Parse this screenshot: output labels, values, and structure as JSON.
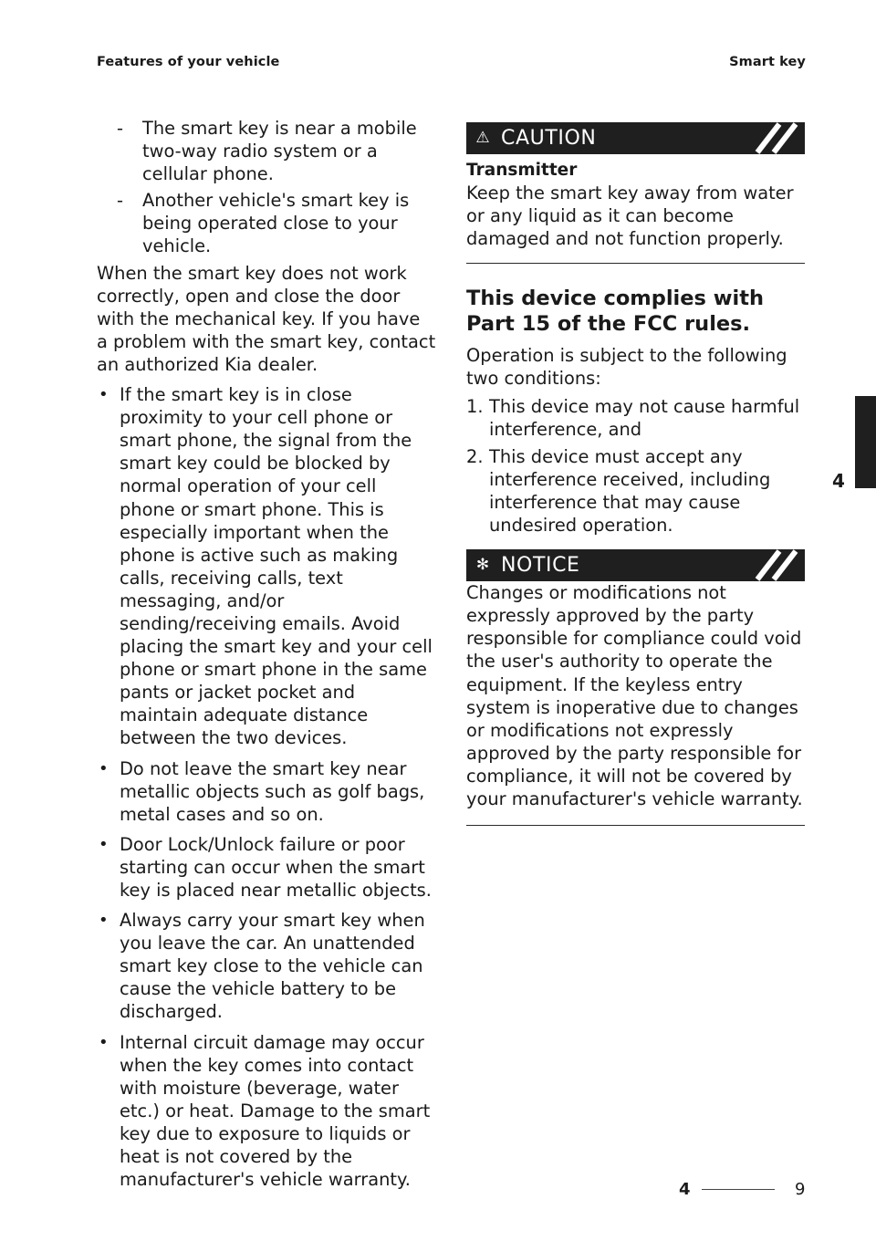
{
  "header": {
    "section": "Features of your vehicle",
    "topic": "Smart key"
  },
  "left_column": {
    "dash_items": [
      "The smart key is near a mobile two-way radio system or a cellular phone.",
      "Another vehicle's smart key is being operated close to your vehicle."
    ],
    "paragraph": "When the smart key does not work correctly, open and close the door with the mechanical key. If you have a problem with the smart key, contact an authorized Kia dealer.",
    "bullets": [
      "If the smart key is in close proximity to your cell phone or smart phone, the signal from the smart key could be blocked by normal operation of your cell phone or smart phone. This is especially important when the phone is active such as making calls, receiving calls, text messaging, and/or sending/receiving emails. Avoid placing the smart key and your cell phone or smart phone in the same pants or jacket pocket and maintain adequate distance between the two devices.",
      "Do not leave the smart key near metallic objects such as golf bags, metal cases and so on.",
      "Door Lock/Unlock failure or poor starting can occur when the smart key is placed near metallic objects.",
      "Always carry your smart key when you leave the car. An unattended smart key close to the vehicle can cause the vehicle battery to be discharged.",
      "Internal circuit damage may occur when the key comes into contact with moisture (beverage, water etc.) or heat. Damage to the smart key due to exposure to liquids or heat is not covered by the manufacturer's vehicle warranty."
    ]
  },
  "caution": {
    "label": "CAUTION",
    "icon": "caution-icon",
    "subtitle": "Transmitter",
    "text": "Keep the smart key away from water or any liquid as it can become damaged and not function properly."
  },
  "fcc": {
    "heading": "This device complies with Part 15 of the FCC rules.",
    "intro": "Operation is subject to the following two conditions:",
    "items": [
      {
        "num": "1.",
        "text": "This device may not cause harmful interference, and"
      },
      {
        "num": "2.",
        "text": "This device must accept any interference received, including interference that may cause undesired operation."
      }
    ]
  },
  "notice": {
    "label": "NOTICE",
    "icon": "notice-icon",
    "text": "Changes or modifications not expressly approved by the party responsible for compliance could void the user's authority to operate the equipment. If the keyless entry system is inoperative due to changes or modifications not expressly approved by the party responsible for compliance, it will not be covered by your manufacturer's vehicle warranty."
  },
  "chapter_tab": {
    "number": "4"
  },
  "footer": {
    "chapter": "4",
    "page": "9"
  },
  "colors": {
    "text": "#1a1a1a",
    "bar": "#1f1f1f",
    "background": "#ffffff"
  }
}
